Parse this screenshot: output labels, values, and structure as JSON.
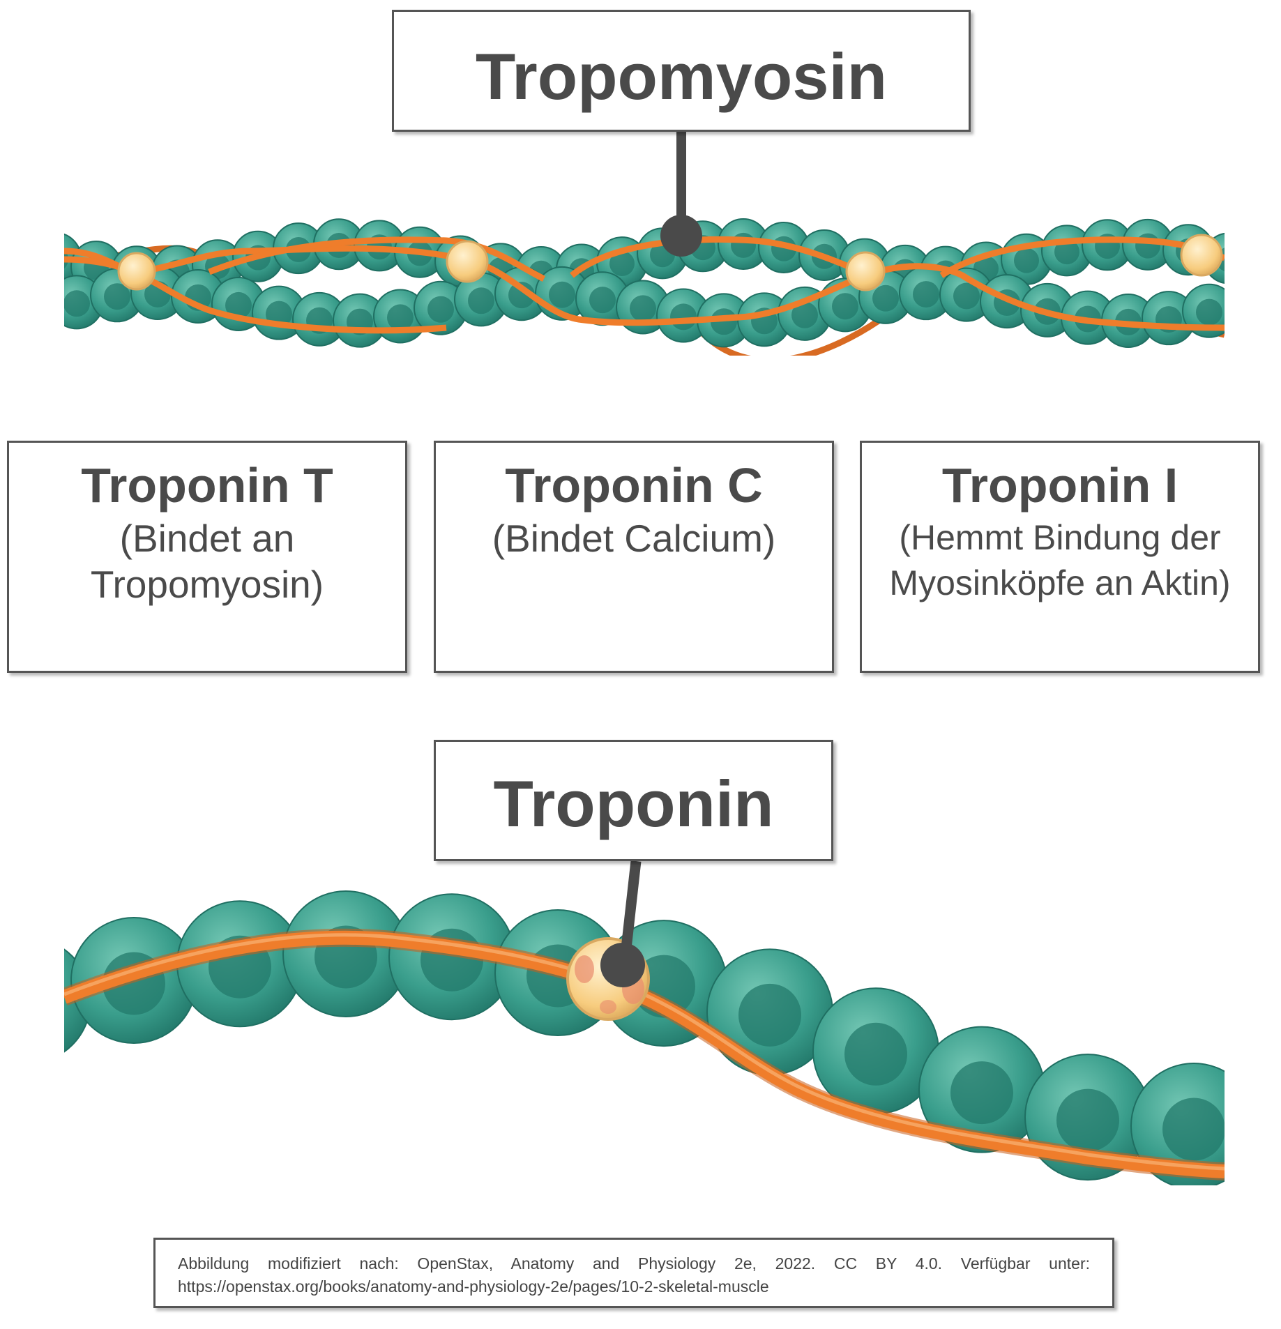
{
  "labels": {
    "tropomyosin": "Tropomyosin",
    "troponin": "Troponin"
  },
  "subunits": [
    {
      "name": "Troponin T",
      "description": "(Bindet an Tropomyosin)"
    },
    {
      "name": "Troponin C",
      "description": "(Bindet Calcium)"
    },
    {
      "name": "Troponin I",
      "description": "(Hemmt Bindung der Myosinköpfe an Aktin)"
    }
  ],
  "citation": "Abbildung modifiziert nach: OpenStax, Anatomy and Physiology 2e, 2022. CC BY 4.0. Verfügbar unter: https://openstax.org/books/anatomy-and-physiology-2e/pages/10-2-skeletal-muscle",
  "colors": {
    "actin": "#3a9e8c",
    "actin_dark": "#1f7466",
    "actin_light": "#6fc4b1",
    "tropomyosin": "#ef7d2b",
    "troponin": "#f7cc7e",
    "pointer": "#4a4a4a",
    "frame": "#555555"
  }
}
